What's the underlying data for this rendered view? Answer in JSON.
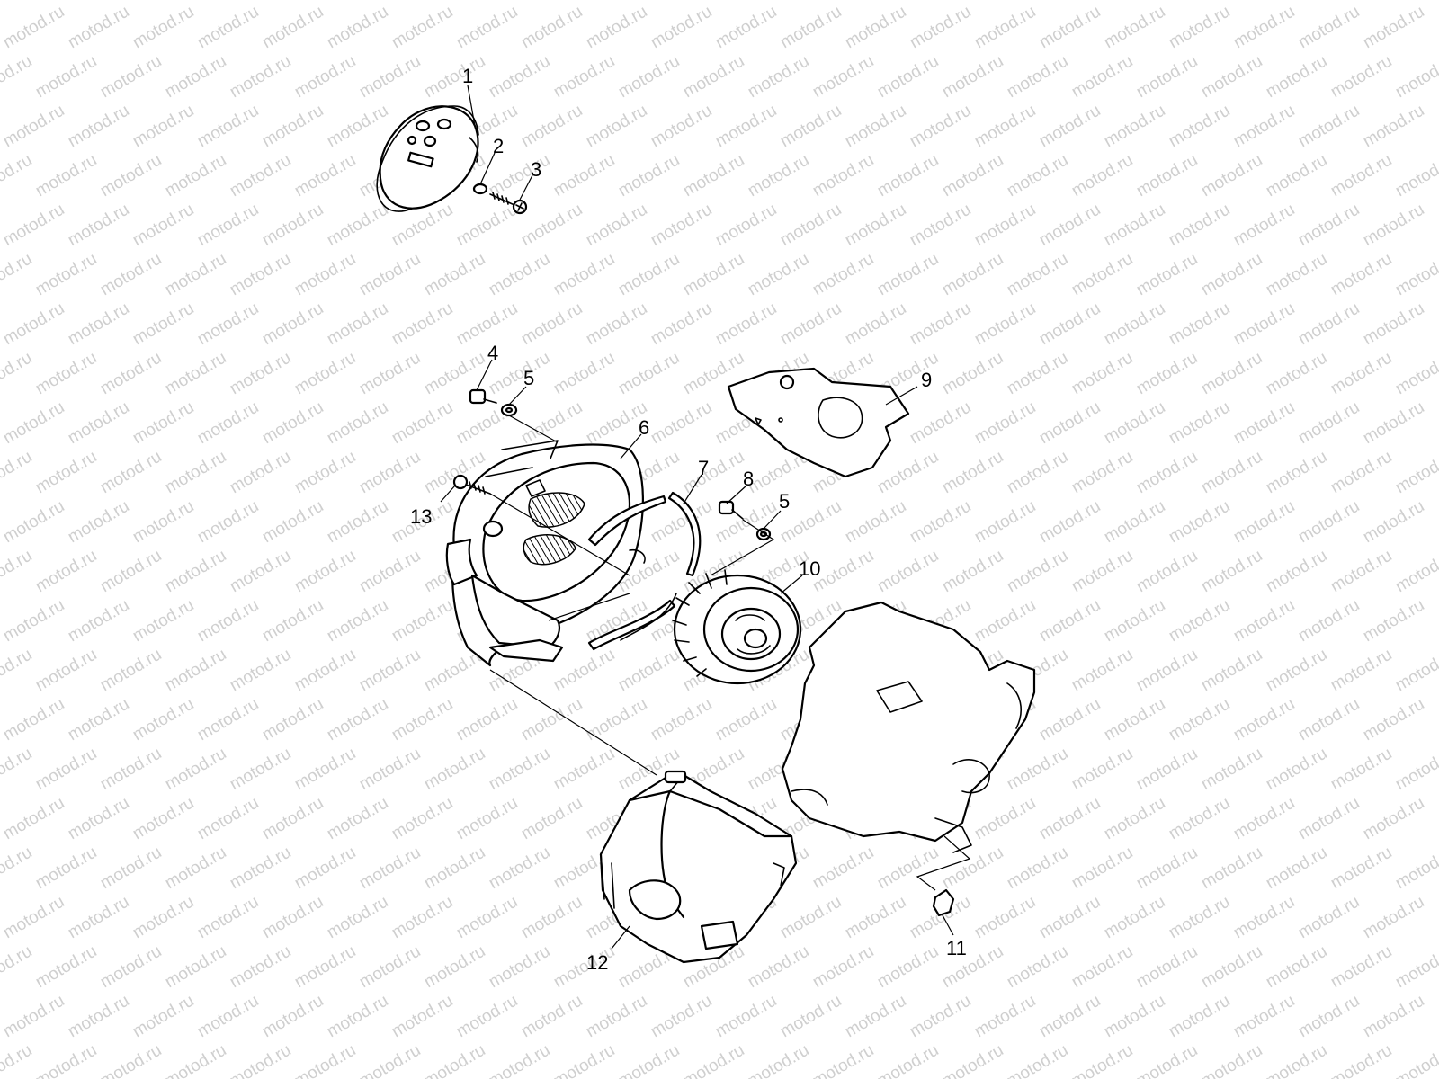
{
  "watermark": {
    "text": "motod.ru",
    "color": "#cfcfcf"
  },
  "callouts": [
    {
      "id": "c1",
      "label": "1"
    },
    {
      "id": "c2",
      "label": "2"
    },
    {
      "id": "c3",
      "label": "3"
    },
    {
      "id": "c4",
      "label": "4"
    },
    {
      "id": "c5a",
      "label": "5"
    },
    {
      "id": "c6",
      "label": "6"
    },
    {
      "id": "c7",
      "label": "7"
    },
    {
      "id": "c8",
      "label": "8"
    },
    {
      "id": "c5b",
      "label": "5"
    },
    {
      "id": "c9",
      "label": "9"
    },
    {
      "id": "c10",
      "label": "10"
    },
    {
      "id": "c13",
      "label": "13"
    },
    {
      "id": "c12",
      "label": "12"
    },
    {
      "id": "c11",
      "label": "11"
    }
  ]
}
